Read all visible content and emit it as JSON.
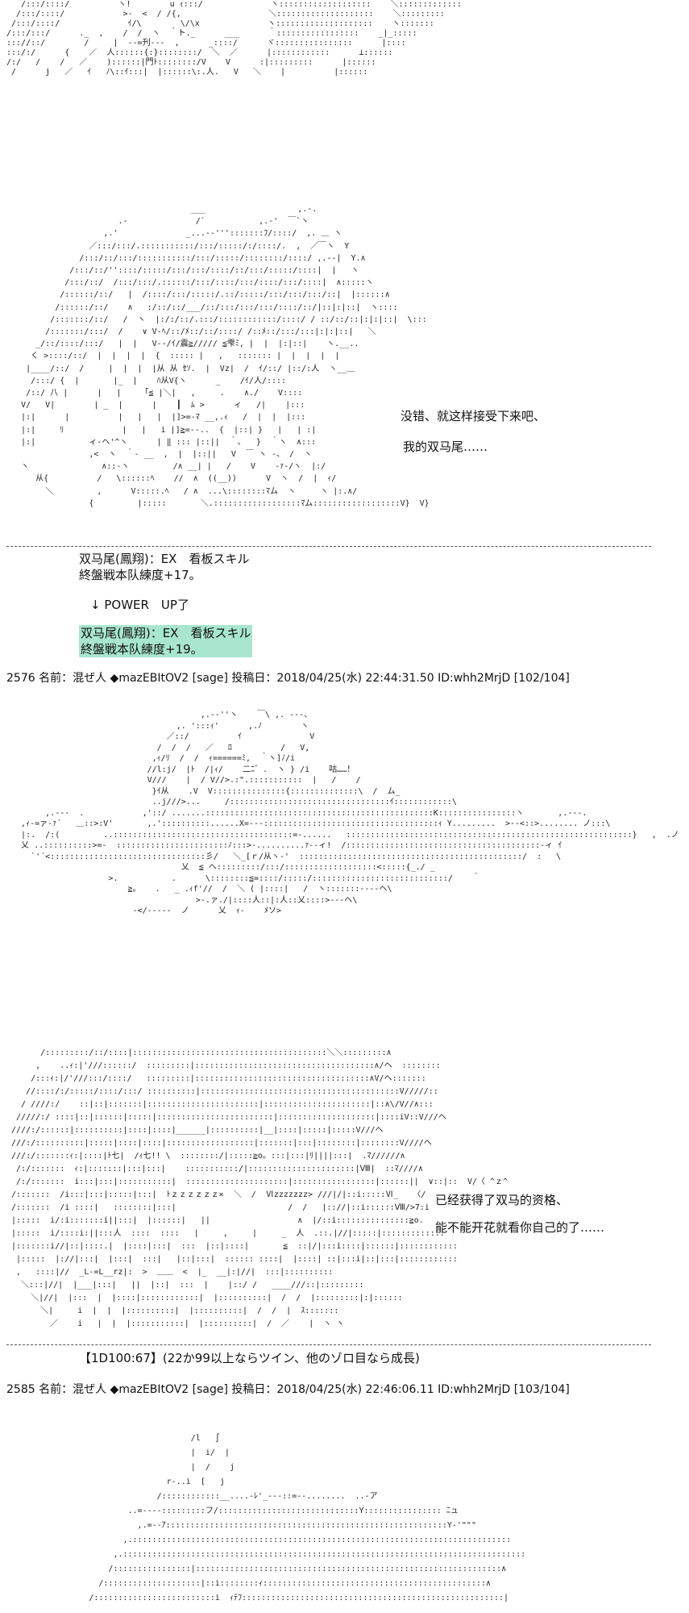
{
  "panel1": {
    "art": "   /:::/::::/          ヽ!        u ｨ:::/              ヽ:::::::::::::::::::    ＼:::::::::::::\n  /:::/::::/            >-  <  / /{,                  ＼::::::::::::::::::::    ＼:::::::::\n /:::/::::/              ｲ/\\        \\/\\x              ヽ::::::::::::::::::::    ヽ:::::::\n/:::/:::/      ._  ,    /  /  ヽ  ｀ト._      ___      ｀:::::::::::::::::    _|_:::::\n::://::/        /     |  -‐=刋‐‐-  ,      _::::/      ヾ::::::::::::::::      |::::\n:::/:/      {    ／  人::::::{:}::::::::/  ＼  ／      |::::::::::::      ⊥::::::\n/:/   /    /   ／    )::::::|門ﾄ::::::::/V    V      :|:::::::::      |::::::\n /      j   ／   ｲ   ﾉ\\::ｲ:::|  |::::::\\:.人.   V   ＼    |          |::::::"
  },
  "panel2": {
    "art": "                                      ___                   ,.-.\n                       .-              /`           ,.-'  ￣`ヽ\n                    ,.'              _...-‐''':::::::ﾌ/::::/  ,. ＿ ヽ\n                 ／:::/:::/.:::::::::::/:::/:::::/:/::::/.  ,  ／￣ヽ  Y\n               /:::/::/:::/:::::::::::/:::/:::::/::::::::/::::/ ,.-‐|  Y.∧\n             /:::/::/''::::/:::::/:::/:::/::::/::/:::/:::::/::::|  |   ヽ\n            /:::/::/  /:::/:::/.::::::/:::/::::/:::/::::/:::/::::|  ∧:::::ヽ\n           /::::::/::/   |  /::::/:::/:::::/.::/:::::/:::/:::/:::/::|  |::::::∧\n          /::::::/::/    ∧   :/::/::/___/::/:::/:::/:::/::::/::/|::|:|::|  ヽ::::\n         /:::::::/::/   /  ヽ  |:/:/::/.:::/::::::::::::/::::/ / ::/::/::|:|:|::|  \\:::\n        /:::::::/:::/  /    ∨ V-ﾍ/::/ﾒ::/::/::::/ /::ﾒ::/:::/:::|:|:|::|   ＼\n      _/::/::::/:::/   |  |   V-‐/ｲ/震≧///// ≦雫ﾐ, |  |  |:|::|    ヽ.__..\n     く >::::/::/  |  |  |  |  {  ::::: |   ,   ::::::: |  |  |  |  |\n    |____/::/  /     |  |  |  |从 从 ｾｿ.  |  Vz|  /  ｲ/::/ |::/:人  ヽ__＿\n     /:::/ {  |       |_  |    ﾊ从V{ヽ      _    /ｲ/人/::::\n    /::/ 八 |      |   |    「≦ |＼|   ,     .    ∧./    V::::\n   V/   V|        | _  |      |    ┃  ﾑ >      ィ   /|    |:::\n   |:|      |          |   |   |  |]>=‐ﾏ __,.ｨ   /  |  |  |:::\n   |:|     ﾘ            |   |   i |]≧=-‐..  {  |::| }   |   | :|\n   |:|           ィ-ヘ'^ヽ      | ‖ ::: |::||  ｀､   }  ｀ヽ  ∧:::\n                 ,<  ヽ  ｀- __  ,  |  |::||   V  ￣ ヽ ‐、 /  ヽ\n   ヽ               ∧::-ヽ         /∧ __| |   /    V    ‐ｧ‐/ヽ  |:/\n      从{          /   \\::::::ﾍ    //  ∧  ((__))      V  ヽ  /  |  ｨ/\n        ＼         ,      V:::::.ﾍ   / ∧  ...\\::::::::ﾏム  ヽ     ヽ |:.∧/\n                 {         |:::::       ＼.::::::::::::::::::ﾏム::::::::::::::::::V}  V}",
    "speech": [
      "没错、就这样接受下来吧、",
      "我的双马尾……"
    ]
  },
  "narration1": {
    "line1": "双马尾(鳳翔)：EX　看板スキル",
    "line2": "終盤戦本队練度+17。",
    "line3": "↓ POWER　UP了",
    "line4": "双马尾(鳳翔)：EX　看板スキル",
    "line5": "終盤戦本队練度+19。"
  },
  "post1": {
    "number": "2576",
    "name_label": "名前：",
    "name": "混ぜ人",
    "trip": "◆mazEBItOV2",
    "sage": "[sage]",
    "date_label": "投稿日：",
    "date": "2018/04/25(水) 22:44:31.50",
    "id": "ID:whh2MrjD",
    "count": "[102/104]"
  },
  "panel3": {
    "art": "                                        ,.-‐''ヽ    ￣\\ ,. -‐-、\n                                   ,. ':::ｨ'      ,.ﾉ        ヽ\n                                 ／::/          ｲ              V\n                               /  /  /   ／   ﾛ          /   V,\n                              ,ｨ/ﾘ  /  /  ｨ======ﾐ,  ｀ヽ]ﾉ/i\n                             //l:j/  |ﾄ  /|ｨ/    二ﾆ゛.  ヽ } /i    咕……！\n                             V///    |  / V//>.:\".:::::::::::  |   /    /\n                              }ｲ从    .V  V:::::::::::::::{::::::::::::::\\  /  ム_\n                              ..j///>...     /:::::::::::::::::::::::::::::::::ｲ::::::::::::\\\n        ,.--‐  .            ,'::/ .......:::::::::::::::::::::::::::::::::::::::::::::::K::::::::::::::::ヽ       ,.-‐-.\n   ,ｨ-=ァ‐ｧ´   ＿::>:V'       ,.'::::::::::......X=-‐‐::::::::::::::::::::::::::::::::::::ｨ Y.........  >‐-<::>........ ノ:::\\\n   |:.  /:(         ..:::::::::::::::::::::::::::::::::::::=‐......   :::::::::::::::::::::::::::::::::::::::::::::::::::::::::::}   ,  .ノ\n   乂 ..::::::::::>=-  :::::::::::::::::::::::ﾉ:::>‐..........ｧ-‐ィ!  /::::::::::::::::::::::::::::::::::::::::‐ィ ｲ\n     `'´<::::::::::::::::::::::::::::::::彡/   ＼_[ｒ/从ヽ‐'  ::::::::::::::::::::::::::::::::::::::::::::::/  :   \\\n                                    乂  ≦ ヘ:::::::::/:::/:::::::::::::::::::<:::::{_./ _\n                     >.           .      \\::::::::≦=::::/:::::/::::::::::::::::::::::::::::/    ｀\n                         ≧。   .   _ .ｨf'//  /  ＼ ( |::::|   /  ヽ:::::::-‐‐‐ヘ\\\n                                       >-.ァ./|::::人::|:人::乂::::>‐-‐ヘ\\\n                          ‐</‐‐‐‐‐  ノ      乂  ｨ‐    ﾒソ>",
    "speech": "咕……！"
  },
  "panel4": {
    "art": "       /:::::::::/::/::::|::::::::::::::::::::::::::::::::::::::::＼＼:::::::::∧\n      ,    ..ｨ:|'///::::::/  :::::::::|:::::::::::::::::::::::::::::::::::::∧/ヘ  ::::::::\n     /:::ｨ:|/'///:::/::::/   :::::::::|::::::::::::::::::::::::::::::::::::∧V/ヘ:::::::\n    //::::/:/:::::/::::/:::/ ::::::::::|:::::::::::::::::::::::::::::::::::::::::V/////::\n   / ////:/    ::|::|:::::::|:::::::::::::::::::::::|::::::::::::::::::::::|::∧\\/V//∧:::\n  /////:/ ::::|::|::::::|:::::|::::::::::::::::::::::::|::::::::::::::::::::|::::iV::V///ヘ\n ////:/::::::|::::::::::|::::|::::|______|::::::::::|__|::::|:::::|:::::V///ヘ\n ///:/::::::::::|:::::|::::|::::|::::::::::::::::::|:::::::|:::|::::::::|::::::::V////ヘ\n ///:/:::::::ｨ:|::::|ﾄ七|  /ｨ七!! \\  ::::::::/|:::::≧o。:::|:::|ﾘ||||:::|  .ﾏ//////∧\n  /:/:::::::  ｨ:|:::::::|:::|:::|    :::::::::::/|::::::::::::::::::::::|Ⅷ|  ::ﾏ////∧\n  /:/:::::::  i:::|:::|:::::::::::|  :::::::::::::::::::::|:::::::::::::::::|::::::||  ∨::|::  V/〈 ^ｚ^\n /:::::::  /i:::|:::|:::::|:::|  ﾄｚｚｚｚｚｚ×  ＼  /  Ⅵzzzzzzz> ///|/|::i:::::Ⅵ_   〈/\n /:::::::  /i ::::|   ::::::::|:::|                       /  /   |:://|::i::::::Ⅷ/>7:i\n |:::::  i/:i:::::::i||:::|  |::::::|   ||                  ∧  |/::i:::::::::::::::≧o.\n |:::::  i/::::i:||:::人  ::::  ::::   |     ,     |     _  人  .::.|//|:::::|:::::::::::::\n |:::::::i//|::|::::.|  |::::|:::|  :::  |::|::::|       ≦  ::|/|:::i::::|::::::|::::::::::::\n  |:::::  |://|:::|  |:::|  :::|   |::|:::|  :::::: ::::|  |::::| ::|:::i|::|:::|::::::::::::\n  ,   ::::|//  _L-=L__rz|:  >  ＿＿  <  |_  __|:|//|  :::|::::::::::\n   ＼:::|//|  |___|:::|   ||  |::|  :::  |    |::/ /   ____///::|:::::::::\n     ＼|//|  |:::  |  |::::|::::::::::::|  |::::::::::|  /  /  |:::::::::|:|::::::\n       ＼|     i  |  |  |::::::::::|  |::::::::::|  /  /  |  ｽ:::::::\n         ／    i   |  |  |:::::::::::|  |::::::::::|  /  ／    |  ヽ ヽ",
    "speech": [
      "已经获得了双马的资格、",
      "能不能开花就看你自己的了……"
    ]
  },
  "narration2": {
    "dice": "【1D100:67】(22か99以上ならツイン、他のゾロ目なら成長)"
  },
  "post2": {
    "number": "2585",
    "name_label": "名前：",
    "name": "混ぜ人",
    "trip": "◆mazEBItOV2",
    "sage": "[sage]",
    "date_label": "投稿日：",
    "date": "2018/04/25(水) 22:46:06.11",
    "id": "ID:whh2MrjD",
    "count": "[103/104]"
  },
  "panel5": {
    "art": "                                      /l   ∫\n                                      |  i/  |\n                                      |  /    j\n                                 r-..i  [   j\n                               /::::::::::::__....‐ﾚ'_-‐-::=-‐........  ..‐ア\n                         ..=‐-‐-:::::::::フ/:::::::::::::::::::::::::::::Y:::::::::::::::: ﾆュ\n                           ,.=‐-ｱ::::::::::::::::::::::::::::::::::::::::::::::::::::::::::Y‐'\"\"\"\n                        ,.::::::::::::::::::::::::::::::::::::::::::::::::::::::::::::::::::::::::::::::\n                      ,.:::::::::::::::::::::::::::::::::::::::::::::::::::::::::::::::::::::::::::::::::::\n                     /::::::::::::::::|:::::::::::::::::::::::::::::::::::::::::::::::::::::::::::::::∧\n                   /::::::::::::::::::::|::i::::::::ｨ::::::::::::::::::::::::::::::::::::::::::::::∧\n                 /:::::::::::::::::::::::::i  ｨﾃﾌ::::::::::::::::::::::::::::::::::::::::::::::::::::::|"
  }
}
